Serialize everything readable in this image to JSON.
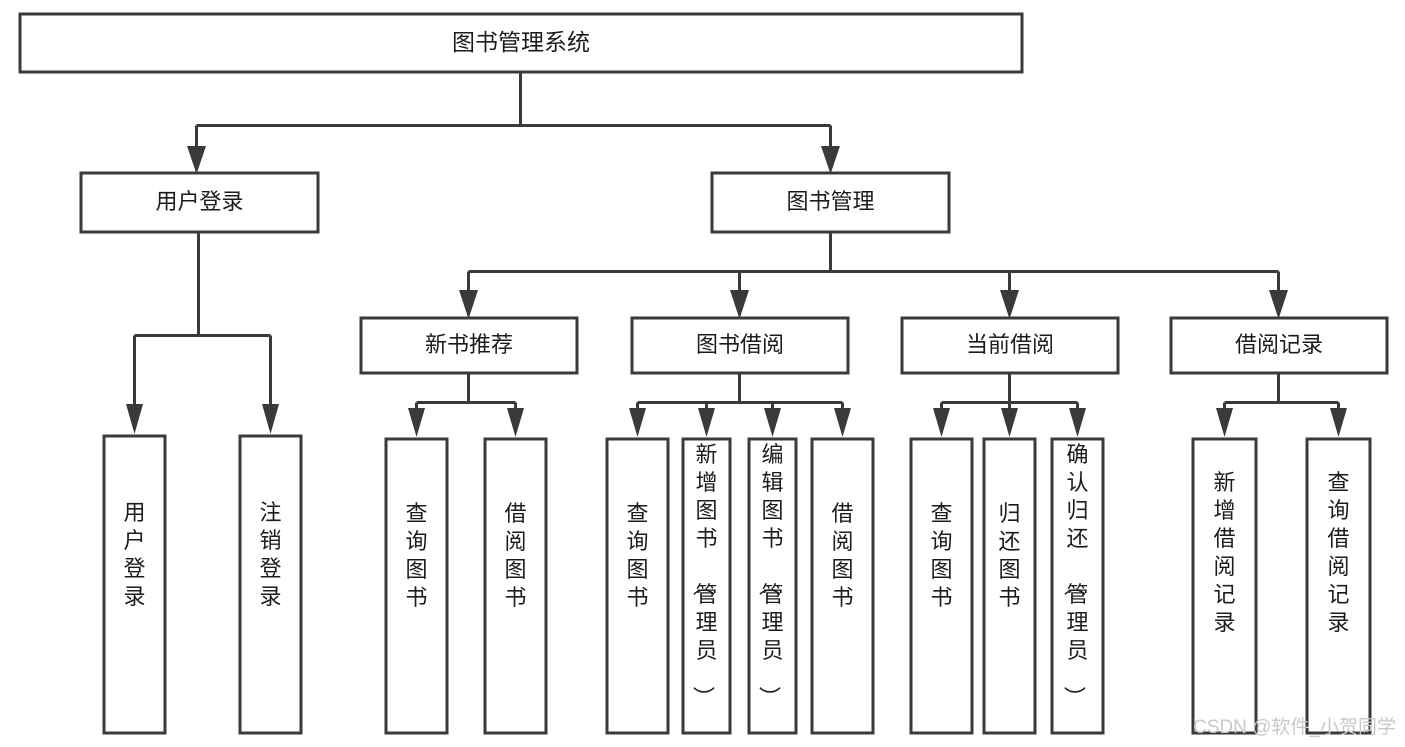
{
  "diagram": {
    "kind": "hierarchy-tree",
    "root": {
      "id": "root",
      "label": "图书管理系统"
    },
    "level1": [
      {
        "id": "user-login",
        "label": "用户登录"
      },
      {
        "id": "book-manage",
        "label": "图书管理"
      }
    ],
    "level2": [
      {
        "id": "new-book-recommend",
        "label": "新书推荐",
        "parent": "book-manage"
      },
      {
        "id": "book-borrow",
        "label": "图书借阅",
        "parent": "book-manage"
      },
      {
        "id": "current-borrow",
        "label": "当前借阅",
        "parent": "book-manage"
      },
      {
        "id": "borrow-record",
        "label": "借阅记录",
        "parent": "book-manage"
      }
    ],
    "leaves": {
      "user-login": [
        {
          "id": "leaf-user-login",
          "label": "用户登录"
        },
        {
          "id": "leaf-user-logout",
          "label": "注销登录"
        }
      ],
      "new-book-recommend": [
        {
          "id": "leaf-query-book-1",
          "label": "查询图书"
        },
        {
          "id": "leaf-borrow-book-1",
          "label": "借阅图书"
        }
      ],
      "book-borrow": [
        {
          "id": "leaf-query-book-2",
          "label": "查询图书"
        },
        {
          "id": "leaf-add-book",
          "label": "新增图书（管理员）"
        },
        {
          "id": "leaf-edit-book",
          "label": "编辑图书（管理员）"
        },
        {
          "id": "leaf-borrow-book-2",
          "label": "借阅图书"
        }
      ],
      "current-borrow": [
        {
          "id": "leaf-query-book-3",
          "label": "查询图书"
        },
        {
          "id": "leaf-return-book",
          "label": "归还图书"
        },
        {
          "id": "leaf-confirm-return",
          "label": "确认归还（管理员）"
        }
      ],
      "borrow-record": [
        {
          "id": "leaf-add-record",
          "label": "新增借阅记录"
        },
        {
          "id": "leaf-query-record",
          "label": "查询借阅记录"
        }
      ]
    }
  },
  "watermark": {
    "text": "CSDN @软件_小贺同学"
  },
  "colors": {
    "box_stroke": "#3a3a3a",
    "box_fill": "#ffffff",
    "text": "#1c1c1c",
    "background": "#ffffff",
    "watermark": "#c9c9c9"
  }
}
